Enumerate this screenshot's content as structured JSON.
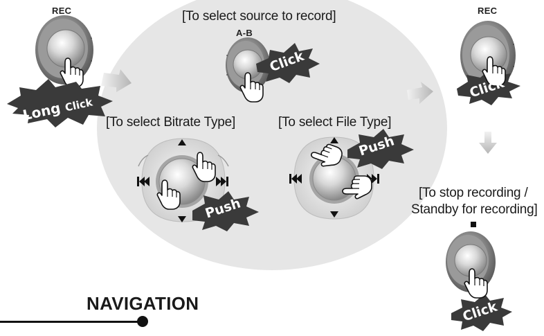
{
  "labels": {
    "rec_left": "REC",
    "rec_right": "REC",
    "ab": "A-B",
    "select_source": "[To select source to record]",
    "select_bitrate": "[To select Bitrate Type]",
    "select_filetype": "[To select File Type]",
    "stop_line1": "[To stop recording /",
    "stop_line2": "Standby for recording]"
  },
  "bursts": {
    "long_click_a": "Long",
    "long_click_b": "Click",
    "click_source": "Click",
    "click_rec_right": "Click",
    "click_stop": "Click",
    "push_filetype": "Push",
    "push_bitrate": "Push"
  },
  "section": {
    "title": "NAVIGATION"
  },
  "icons": [
    "rec-button-icon",
    "hand-pointer-icon",
    "ab-button-icon",
    "dpad-icon",
    "arrow-right-icon",
    "arrow-down-icon",
    "stop-square-icon",
    "prev-icon",
    "next-icon"
  ],
  "colors": {
    "ellipse": "#e6e6e6",
    "burst": "#3a3a3a",
    "arrow": "#c9c9c9",
    "knob_light": "#e9e9e9",
    "knob_dark": "#6a6a6a"
  }
}
